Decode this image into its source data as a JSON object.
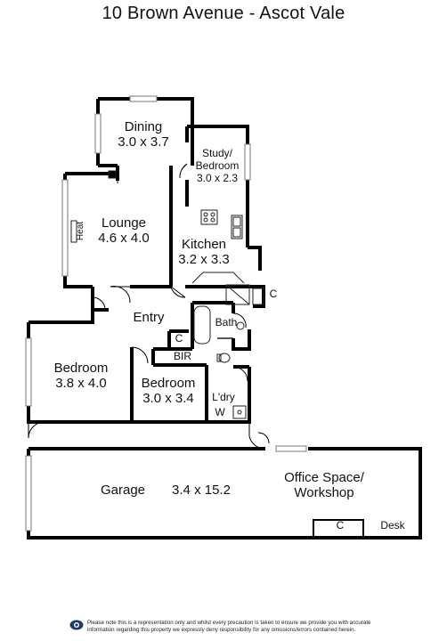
{
  "title": "10 Brown Avenue - Ascot Vale",
  "rooms": {
    "dining": {
      "name": "Dining",
      "size": "3.0 x 3.7"
    },
    "study": {
      "name": "Study/",
      "name2": "Bedroom",
      "size": "3.0 x 2.3"
    },
    "lounge": {
      "name": "Lounge",
      "size": "4.6 x 4.0"
    },
    "kitchen": {
      "name": "Kitchen",
      "size": "3.2 x 3.3"
    },
    "entry": {
      "name": "Entry"
    },
    "bath": {
      "name": "Bath"
    },
    "bedroom1": {
      "name": "Bedroom",
      "size": "3.8 x 4.0"
    },
    "bedroom2": {
      "name": "Bedroom",
      "size": "3.0 x 3.4"
    },
    "laundry": {
      "name": "L'dry"
    },
    "garage": {
      "name": "Garage",
      "size": "3.4 x 15.2"
    },
    "office": {
      "name": "Office Space/",
      "name2": "Workshop"
    }
  },
  "fixtures": {
    "heat": "Heat",
    "bir": "BIR",
    "c1": "C",
    "c2": "C",
    "c3": "C",
    "w": "W",
    "desk": "Desk"
  },
  "disclaimer": {
    "line1": "Please note this is a representation only and whilst every precaution is taken to ensure we provide you with accurate",
    "line2": "information regarding this property we expressly deny responsibility for any omissions/errors contained herein."
  }
}
